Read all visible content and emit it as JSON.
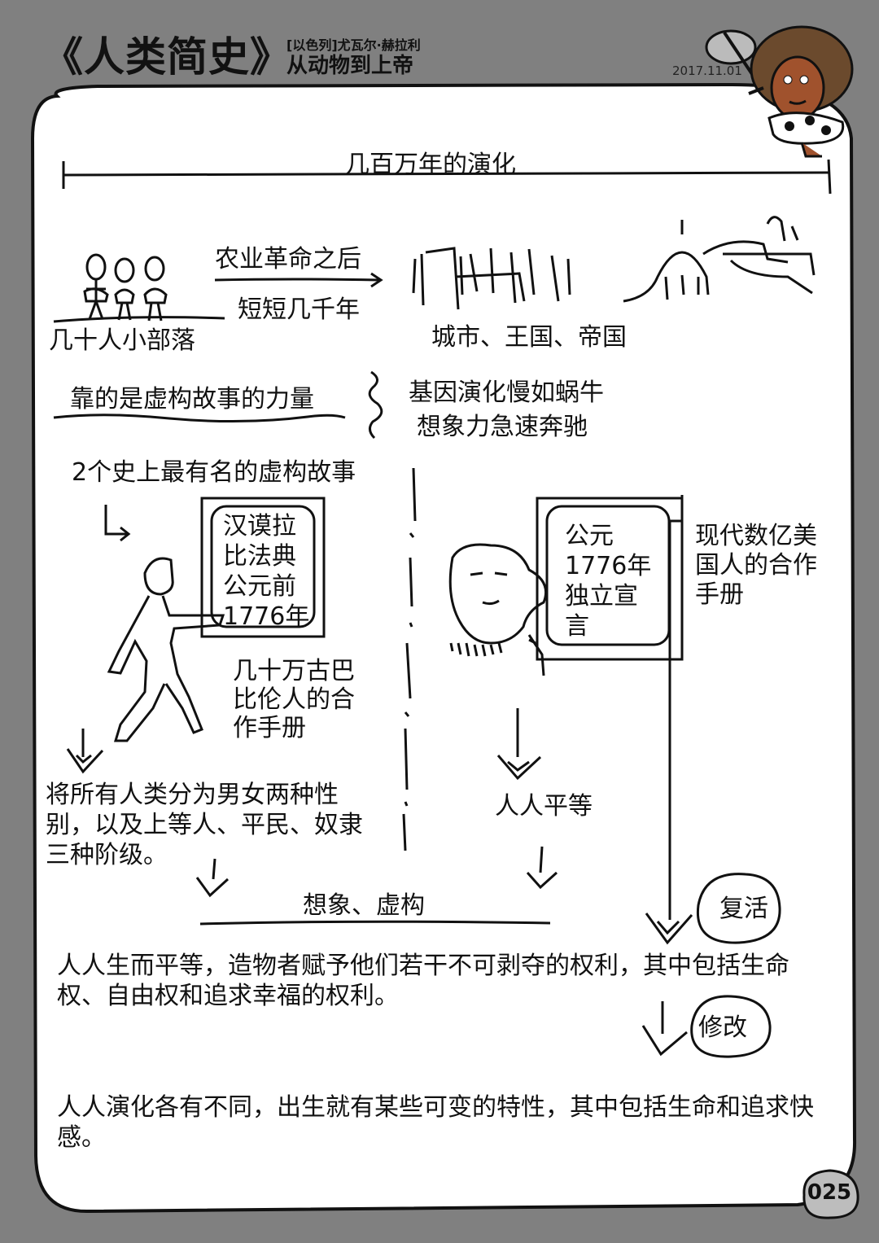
{
  "header": {
    "title": "《人类简史》",
    "author": "[以色列]尤瓦尔·赫拉利",
    "subtitle": "从动物到上帝",
    "date": "2017.11.01"
  },
  "timeline": {
    "label": "几百万年的演化"
  },
  "tribes": {
    "label": "几十人小部落"
  },
  "revolution": {
    "top": "农业革命之后",
    "bottom": "短短几千年"
  },
  "cities": {
    "label": "城市、王国、帝国"
  },
  "power": {
    "label": "靠的是虚构故事的力量"
  },
  "genes": {
    "line1": "基因演化慢如蜗牛",
    "line2": "想象力急速奔驰"
  },
  "stories": {
    "heading": "2个史上最有名的虚构故事"
  },
  "hammurabi": {
    "tablet": [
      "汉谟拉",
      "比法典",
      "公元前",
      "1776年"
    ],
    "manual": [
      "几十万古巴",
      "比伦人的合",
      "作手册"
    ],
    "result": "将所有人类分为男女两种性别，以及上等人、平民、奴隶三种阶级。"
  },
  "independence": {
    "tablet": [
      "公元",
      "1776年",
      "独立宣",
      "言"
    ],
    "manual": [
      "现代数亿美",
      "国人的合作",
      "手册"
    ],
    "result": "人人平等"
  },
  "imagination": {
    "label": "想象、虚构"
  },
  "quote1": "人人生而平等，造物者赋予他们若干不可剥夺的权利，其中包括生命权、自由权和追求幸福的权利。",
  "revive": {
    "label": "复活"
  },
  "modify": {
    "label": "修改"
  },
  "quote2": "人人演化各有不同，出生就有某些可变的特性，其中包括生命和追求快感。",
  "page_number": "025"
}
